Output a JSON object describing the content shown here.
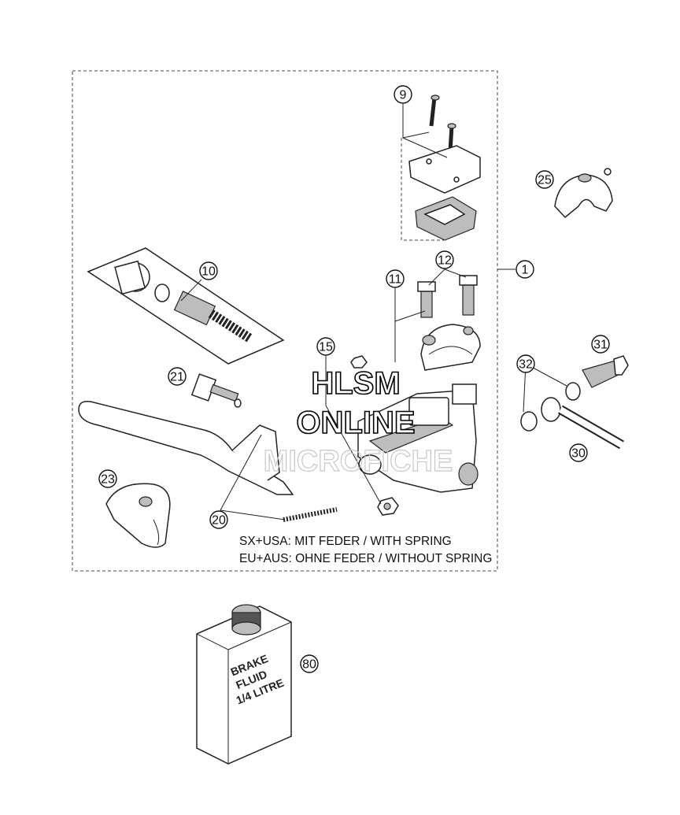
{
  "callouts": [
    {
      "id": "1",
      "label": "1"
    },
    {
      "id": "9",
      "label": "9"
    },
    {
      "id": "10",
      "label": "10"
    },
    {
      "id": "11",
      "label": "11"
    },
    {
      "id": "12",
      "label": "12"
    },
    {
      "id": "15",
      "label": "15"
    },
    {
      "id": "20",
      "label": "20"
    },
    {
      "id": "21",
      "label": "21"
    },
    {
      "id": "23",
      "label": "23"
    },
    {
      "id": "25",
      "label": "25"
    },
    {
      "id": "30",
      "label": "30"
    },
    {
      "id": "31",
      "label": "31"
    },
    {
      "id": "32",
      "label": "32"
    },
    {
      "id": "80",
      "label": "80"
    }
  ],
  "notes": {
    "line1": "SX+USA:  MIT FEDER / WITH SPRING",
    "line2": "EU+AUS:  OHNE FEDER / WITHOUT SPRING"
  },
  "bottle_label": {
    "line1": "BRAKE",
    "line2": "FLUID",
    "line3": "1/4 LITRE"
  },
  "watermark": {
    "line1": "HLSM",
    "line2": "ONLINE",
    "line3": "MICROFICHE"
  }
}
